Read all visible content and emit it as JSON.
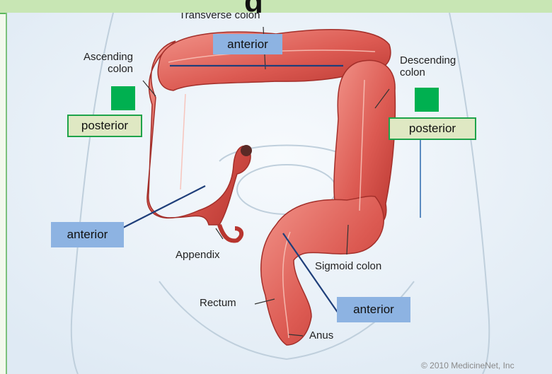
{
  "title_fragment": "g",
  "labels": {
    "transverse": "Transverse colon",
    "ascending": "Ascending\ncolon",
    "descending": "Descending\ncolon",
    "appendix": "Appendix",
    "sigmoid": "Sigmoid colon",
    "rectum": "Rectum",
    "anus": "Anus"
  },
  "overlays": {
    "anterior_top": "anterior",
    "posterior_left": "posterior",
    "posterior_right": "posterior",
    "anterior_left": "anterior",
    "anterior_bottom": "anterior"
  },
  "copyright": "© 2010 MedicineNet, Inc",
  "colors": {
    "overlay_blue": "#8db3e2",
    "overlay_green_fill": "#dfe8c3",
    "overlay_green_border": "#1ea34a",
    "marker_green": "#00b050",
    "leader_line": "#1f3f7a",
    "colon_red": "#d9534f"
  }
}
